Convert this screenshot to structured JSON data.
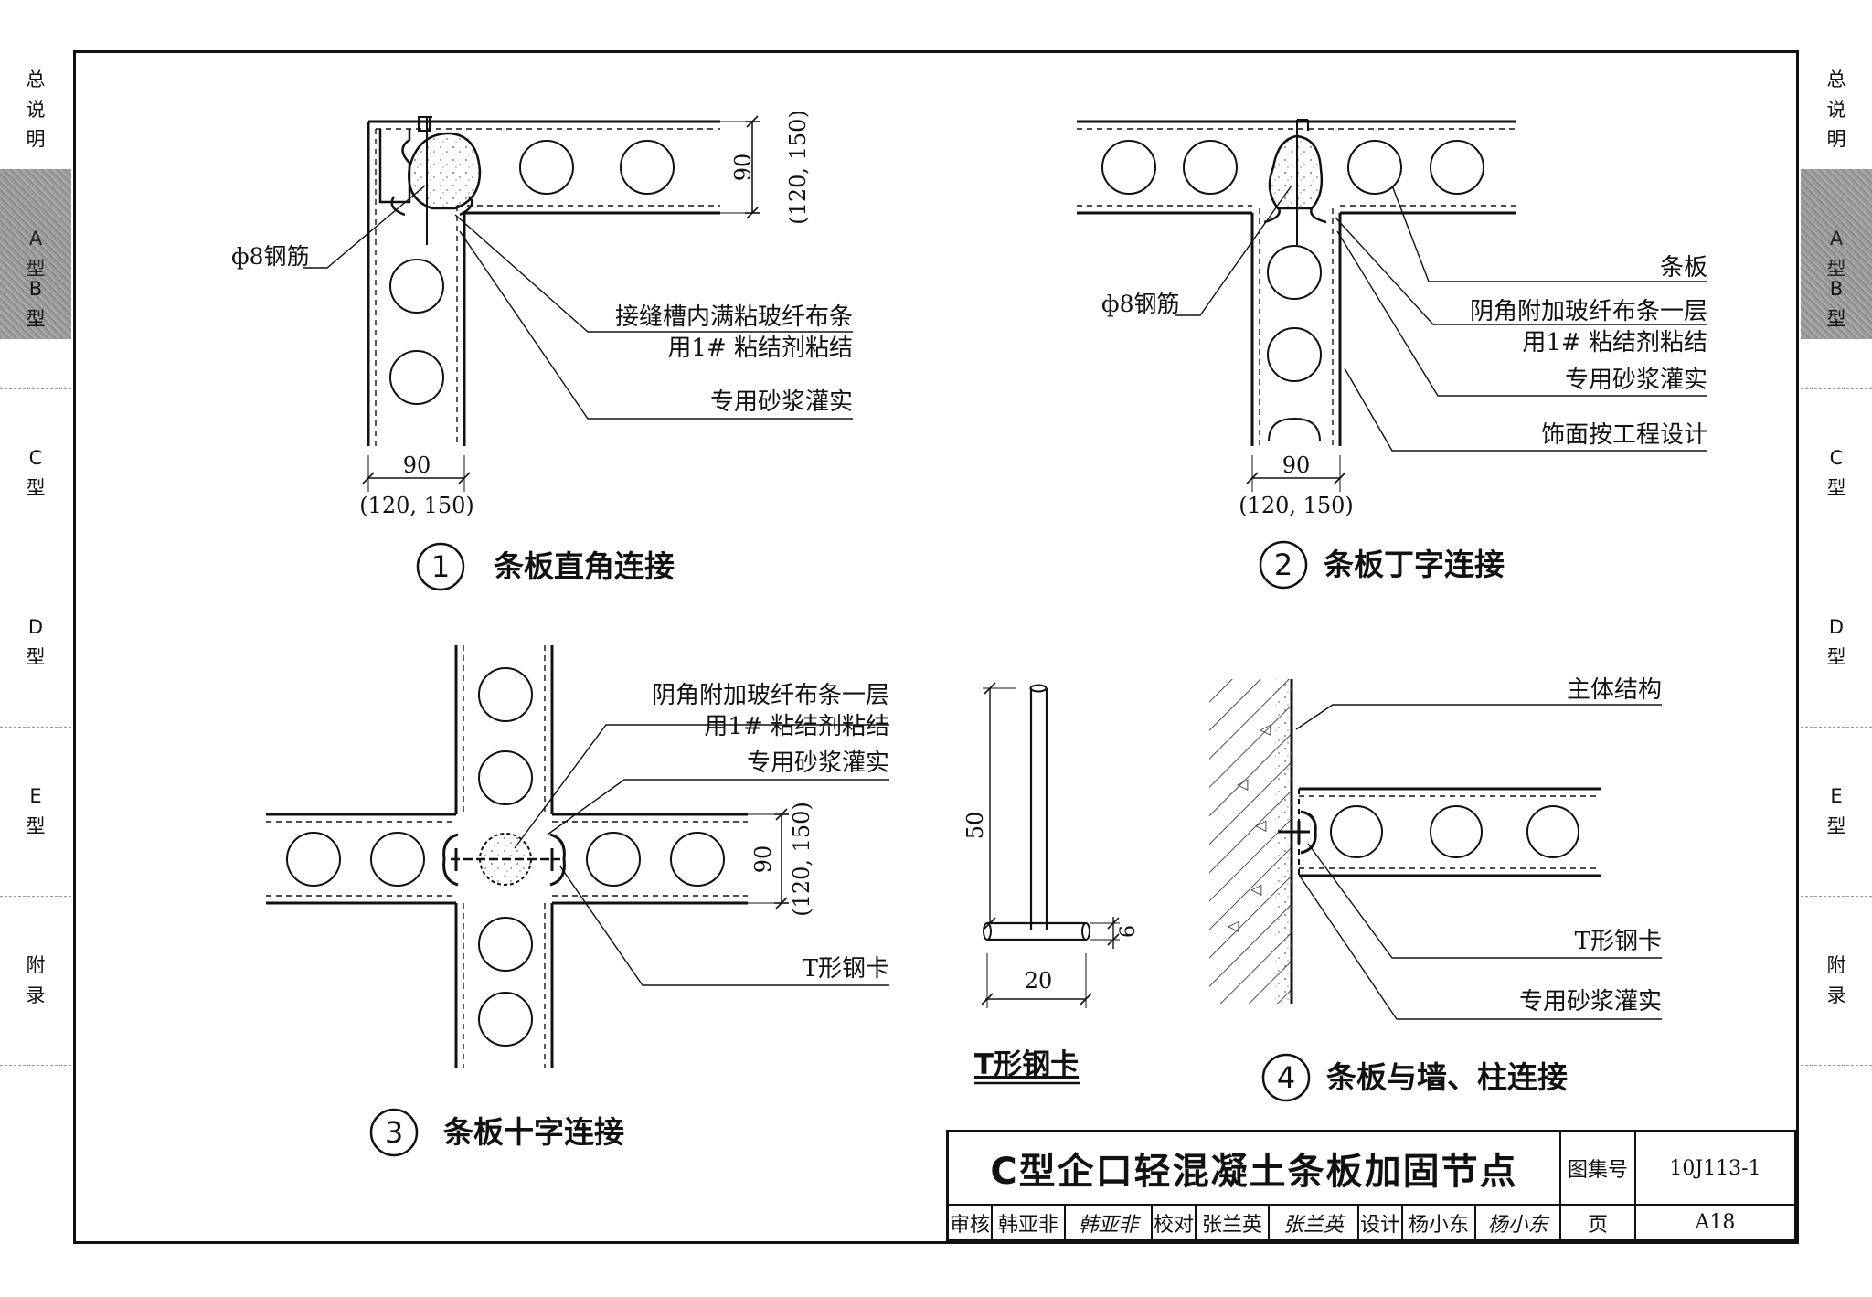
{
  "sidebar": {
    "tabs": [
      {
        "chars": [
          "总",
          "说",
          "明"
        ],
        "active": false
      },
      {
        "chars": [
          "A",
          "型"
        ],
        "active": true
      },
      {
        "chars": [
          "B",
          "型"
        ],
        "active": false
      },
      {
        "chars": [
          "C",
          "型"
        ],
        "active": false
      },
      {
        "chars": [
          "D",
          "型"
        ],
        "active": false
      },
      {
        "chars": [
          "E",
          "型"
        ],
        "active": false
      },
      {
        "chars": [
          "附",
          "录"
        ],
        "active": false
      }
    ]
  },
  "details": {
    "d1": {
      "num": "1",
      "title": "条板直角连接",
      "rebar": "ф8钢筋",
      "label_a1": "接缝槽内满粘玻纤布条",
      "label_a2": "用1# 粘结剂粘结",
      "label_b": "专用砂浆灌实",
      "dim_main": "90",
      "dim_alt": "(120, 150)"
    },
    "d2": {
      "num": "2",
      "title": "条板丁字连接",
      "rebar": "ф8钢筋",
      "label_a": "条板",
      "label_b1": "阴角附加玻纤布条一层",
      "label_b2": "用1# 粘结剂粘结",
      "label_c": "专用砂浆灌实",
      "label_d": "饰面按工程设计",
      "dim_main": "90",
      "dim_alt": "(120, 150)"
    },
    "d3": {
      "num": "3",
      "title": "条板十字连接",
      "label_a1": "阴角附加玻纤布条一层",
      "label_a2": "用1# 粘结剂粘结",
      "label_b": "专用砂浆灌实",
      "label_c": "T形钢卡",
      "dim_main": "90",
      "dim_alt": "(120, 150)"
    },
    "tclip": {
      "title": "T形钢卡",
      "dim_h": "50",
      "dim_w": "20",
      "dim_t": "6"
    },
    "d4": {
      "num": "4",
      "title": "条板与墙、柱连接",
      "label_a": "主体结构",
      "label_b": "T形钢卡",
      "label_c": "专用砂浆灌实"
    }
  },
  "titleblock": {
    "title": "C型企口轻混凝土条板加固节点",
    "atlas_label": "图集号",
    "atlas_no": "10J113-1",
    "page_label": "页",
    "page_no": "A18",
    "review_label": "审核",
    "reviewer": "韩亚非",
    "reviewer_sig": "韩亚非",
    "check_label": "校对",
    "checker": "张兰英",
    "checker_sig": "张兰英",
    "design_label": "设计",
    "designer": "杨小东",
    "designer_sig": "杨小东"
  }
}
